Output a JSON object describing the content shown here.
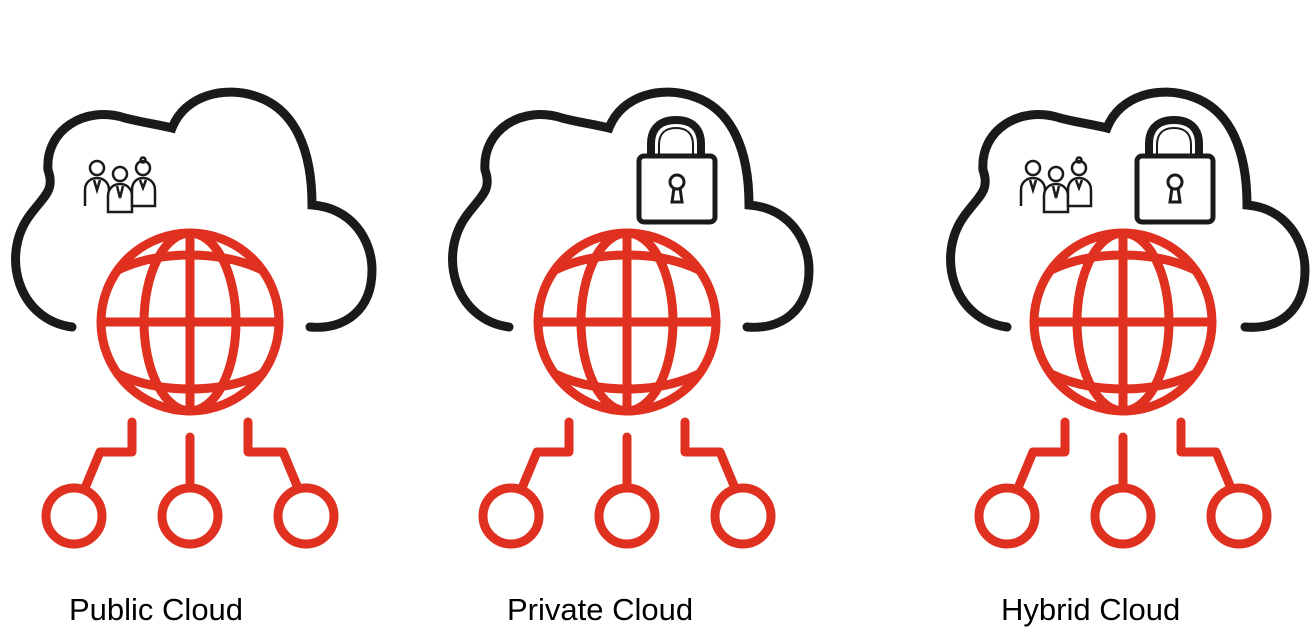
{
  "colors": {
    "outline": "#1a1a1a",
    "accent": "#e03020",
    "background": "#ffffff"
  },
  "panels": [
    {
      "label": "Public Cloud",
      "icons": [
        "people-icon"
      ]
    },
    {
      "label": "Private Cloud",
      "icons": [
        "padlock-icon"
      ]
    },
    {
      "label": "Hybrid Cloud",
      "icons": [
        "people-icon",
        "padlock-icon"
      ]
    }
  ]
}
